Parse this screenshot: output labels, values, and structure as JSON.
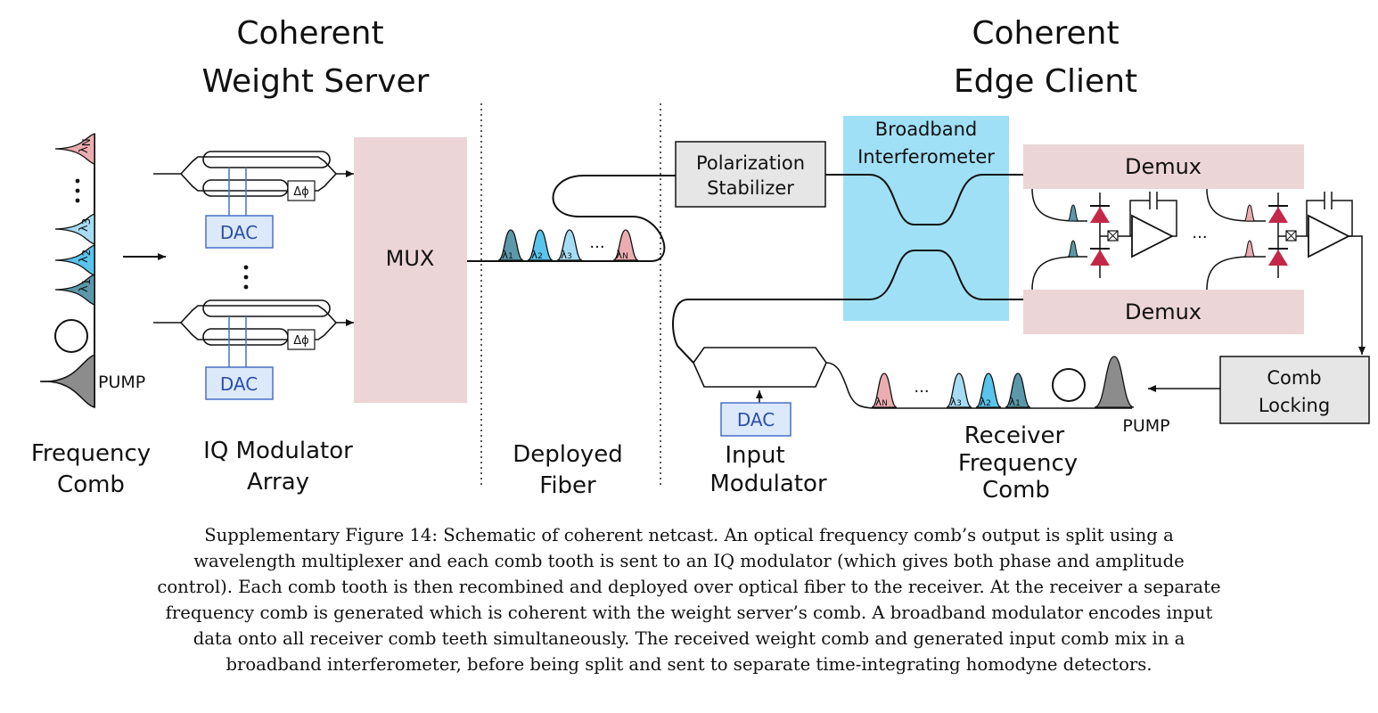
{
  "titles": {
    "server": [
      "Coherent",
      "Weight Server"
    ],
    "client": [
      "Coherent",
      "Edge Client"
    ]
  },
  "labels": {
    "frequency_comb": [
      "Frequency",
      "Comb"
    ],
    "iq_array": [
      "IQ Modulator",
      "Array"
    ],
    "deployed_fiber": [
      "Deployed",
      "Fiber"
    ],
    "input_modulator": [
      "Input",
      "Modulator"
    ],
    "receiver_comb": [
      "Receiver",
      "Frequency",
      "Comb"
    ],
    "pump": "PUMP",
    "pump_receiver": "PUMP"
  },
  "blocks": {
    "mux": "MUX",
    "dac": "DAC",
    "phase": "Δϕ",
    "polarization": [
      "Polarization",
      "Stabilizer"
    ],
    "broadband": [
      "Broadband",
      "Interferometer"
    ],
    "demux": "Demux",
    "comb_locking": [
      "Comb",
      "Locking"
    ]
  },
  "wavelengths": {
    "lambda": "λ",
    "subs": [
      "1",
      "2",
      "3",
      "N"
    ],
    "dots": "···"
  },
  "colors": {
    "teal": "#5b98aa",
    "blue": "#59c4ec",
    "light_blue": "#a6dcf3",
    "pink": "#ebadb0",
    "gray": "#8c8c8c",
    "mux_fill": "#ecd5d6",
    "cyan": "#9fe0f6",
    "dac_fill": "#dce9fb",
    "dac_stroke": "#4670c8",
    "diode": "#c42848",
    "box_gray": "#e6e6e6"
  },
  "caption": [
    "Supplementary Figure 14: Schematic of coherent netcast. An optical frequency comb’s output is split using a",
    "wavelength multiplexer and each comb tooth is sent to an IQ modulator (which gives both phase and amplitude",
    "control). Each comb tooth is then recombined and deployed over optical fiber to the receiver. At the receiver a separate",
    "frequency comb is generated which is coherent with the weight server’s comb. A broadband modulator encodes input",
    "data onto all receiver comb teeth simultaneously. The received weight comb and generated input comb mix in a",
    "broadband interferometer, before being split and sent to separate time-integrating homodyne detectors."
  ]
}
